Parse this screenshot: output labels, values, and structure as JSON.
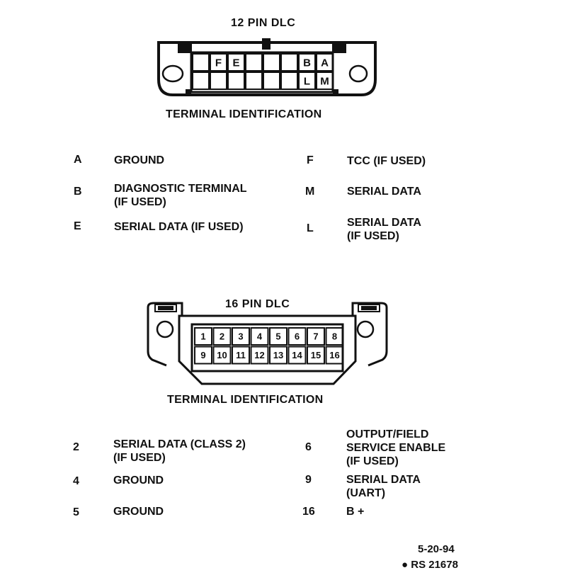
{
  "dlc12": {
    "title": "12 PIN DLC",
    "caption": "TERMINAL IDENTIFICATION",
    "top_pins": [
      "",
      "F",
      "E",
      "",
      "",
      "",
      "B",
      "A"
    ],
    "bottom_pins": [
      "",
      "",
      "",
      "",
      "",
      "",
      "L",
      "M"
    ],
    "legend_left": [
      {
        "key": "A",
        "desc": "GROUND"
      },
      {
        "key": "B",
        "desc": "DIAGNOSTIC TERMINAL\n(IF USED)"
      },
      {
        "key": "E",
        "desc": "SERIAL DATA (IF USED)"
      }
    ],
    "legend_right": [
      {
        "key": "F",
        "desc": "TCC (IF USED)"
      },
      {
        "key": "M",
        "desc": "SERIAL DATA"
      },
      {
        "key": "L",
        "desc": "SERIAL DATA\n(IF USED)"
      }
    ]
  },
  "dlc16": {
    "title": "16 PIN DLC",
    "caption": "TERMINAL IDENTIFICATION",
    "top_pins": [
      "1",
      "2",
      "3",
      "4",
      "5",
      "6",
      "7",
      "8"
    ],
    "bottom_pins": [
      "9",
      "10",
      "11",
      "12",
      "13",
      "14",
      "15",
      "16"
    ],
    "legend_left": [
      {
        "key": "2",
        "desc": "SERIAL DATA (CLASS 2)\n(IF USED)"
      },
      {
        "key": "4",
        "desc": "GROUND"
      },
      {
        "key": "5",
        "desc": "GROUND"
      }
    ],
    "legend_right": [
      {
        "key": "6",
        "desc": "OUTPUT/FIELD\nSERVICE ENABLE\n(IF USED)"
      },
      {
        "key": "9",
        "desc": "SERIAL DATA\n(UART)"
      },
      {
        "key": "16",
        "desc": "B +"
      }
    ]
  },
  "footer": {
    "date": "5-20-94",
    "ref": "RS 21678"
  }
}
